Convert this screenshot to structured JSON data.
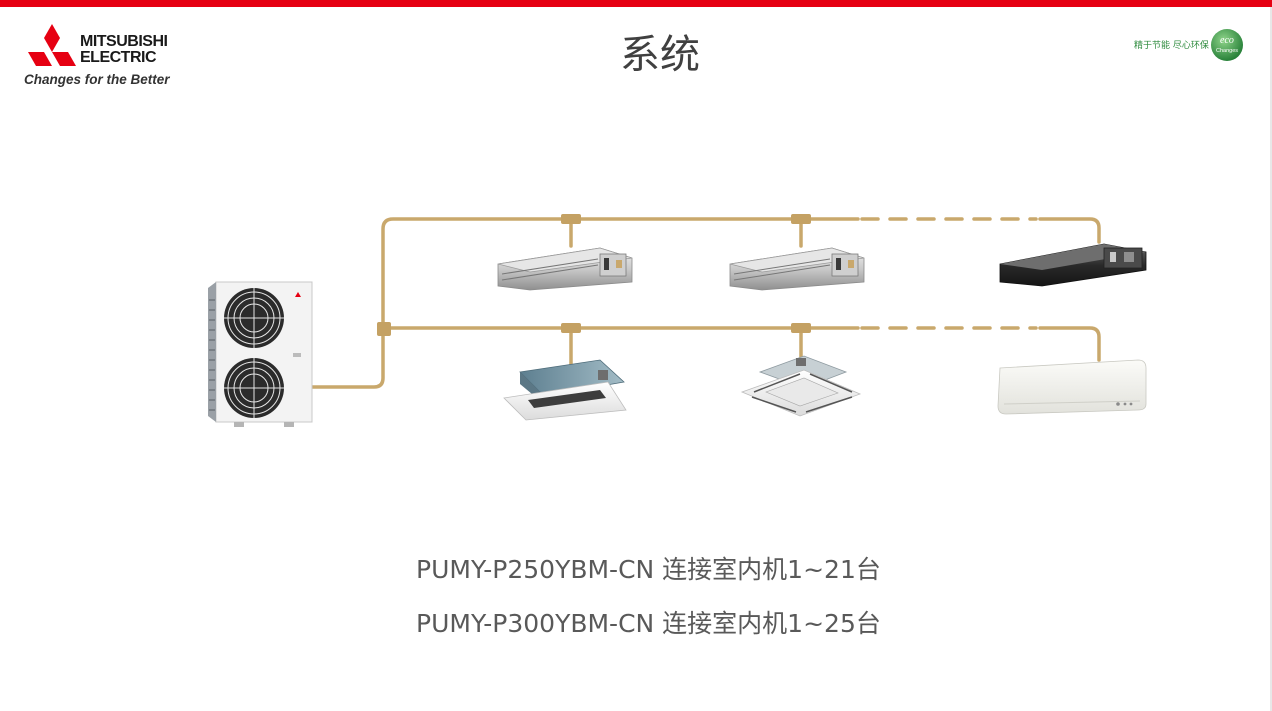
{
  "page": {
    "title": "系统"
  },
  "brand": {
    "name_line1": "MITSUBISHI",
    "name_line2": "ELECTRIC",
    "tagline": "Changes for the Better",
    "eco_slogan": "精于节能 尽心环保",
    "eco_badge": "eco Changes"
  },
  "colors": {
    "accent_bar": "#e60012",
    "pipe": "#c9a86c",
    "title_text": "#404040",
    "caption_text": "#595959",
    "eco_green": "#2e8b3e"
  },
  "diagram": {
    "outdoor_unit": "outdoor-unit",
    "indoor_units_top_row": [
      "ducted-unit",
      "ducted-unit",
      "ducted-unit-slim"
    ],
    "indoor_units_bottom_row": [
      "two-way-cassette-unit",
      "four-way-cassette-unit",
      "wall-mounted-unit"
    ]
  },
  "captions": [
    "PUMY-P250YBM-CN 连接室内机1~21台",
    "PUMY-P300YBM-CN 连接室内机1~25台"
  ]
}
